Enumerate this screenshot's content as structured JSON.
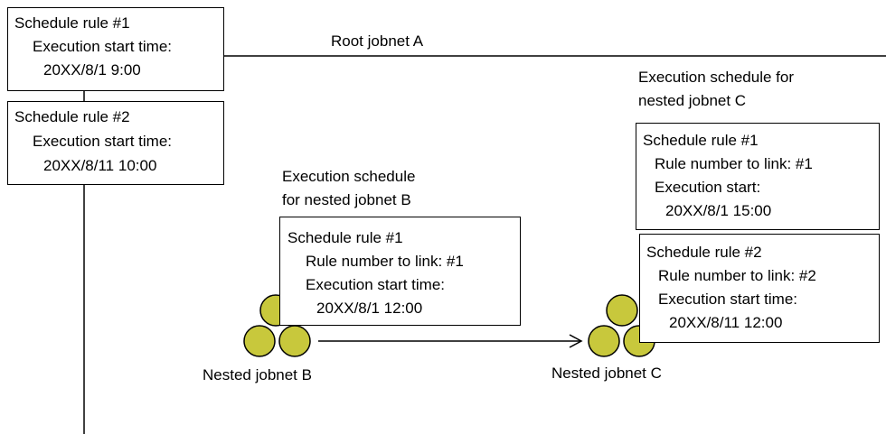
{
  "root_jobnet_label": "Root jobnet A",
  "root_rules": [
    {
      "title": "Schedule rule #1",
      "line1": "Execution start time:",
      "line2": "20XX/8/1  9:00"
    },
    {
      "title": "Schedule rule #2",
      "line1": "Execution start time:",
      "line2": "20XX/8/11  10:00"
    }
  ],
  "nested_b": {
    "caption_line1": "Execution schedule",
    "caption_line2": "for nested jobnet  B",
    "rule": {
      "title": "Schedule rule #1",
      "link": "Rule number to link: #1",
      "line1": "Execution start time:",
      "line2": "20XX/8/1  12:00"
    },
    "label": "Nested jobnet B"
  },
  "nested_c": {
    "caption_line1": "Execution schedule for",
    "caption_line2": "nested jobnet C",
    "rules": [
      {
        "title": "Schedule rule #1",
        "link": "Rule number to link:  #1",
        "line1": "Execution start:",
        "line2": "20XX/8/1  15:00"
      },
      {
        "title": "Schedule rule #2",
        "link": "Rule number to link:  #2",
        "line1": "Execution start time:",
        "line2": "20XX/8/11  12:00"
      }
    ],
    "label": "Nested jobnet C"
  },
  "colors": {
    "jobnet_fill": "#c8c83c",
    "line": "#000000"
  }
}
